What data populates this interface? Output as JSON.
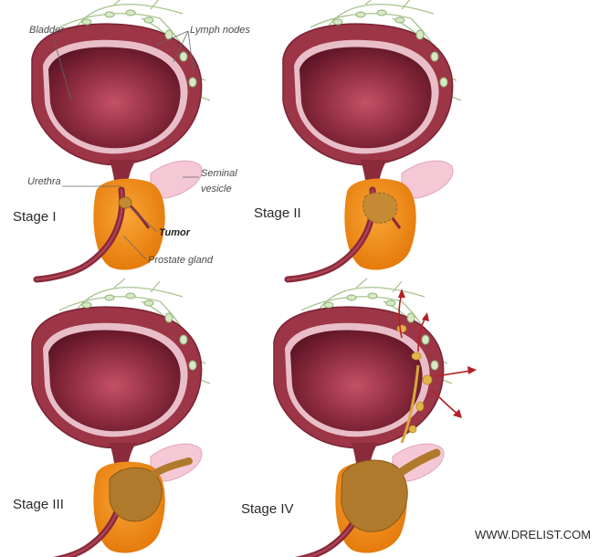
{
  "labels": {
    "bladder": "Bladder",
    "lymph_nodes": "Lymph nodes",
    "seminal_vesicle_line1": "Seminal",
    "seminal_vesicle_line2": "vesicle",
    "urethra": "Urethra",
    "tumor": "Tumor",
    "prostate_gland": "Prostate gland"
  },
  "stages": [
    {
      "label": "Stage I"
    },
    {
      "label": "Stage II"
    },
    {
      "label": "Stage III"
    },
    {
      "label": "Stage IV"
    }
  ],
  "watermark": "WWW.DRELIST.COM",
  "colors": {
    "bladder_outer": "#9c3546",
    "bladder_inner": "#7a1f34",
    "bladder_rim": "#e7b7c0",
    "prostate": "#f28a12",
    "prostate_shade": "#d86e08",
    "urethra": "#8a2a3a",
    "seminal_vesicle": "#f3c3d2",
    "lymph": "#9fbf8a",
    "tumor": "#b07a2c",
    "metastasis_arrow": "#b52024"
  }
}
